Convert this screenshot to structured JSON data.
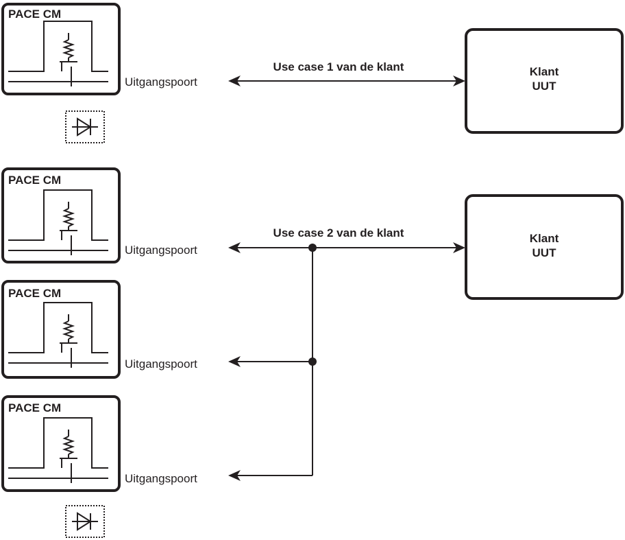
{
  "modules": [
    {
      "title": "PACE CM",
      "port_label": "Uitgangspoort",
      "has_diode": true
    },
    {
      "title": "PACE CM",
      "port_label": "Uitgangspoort",
      "has_diode": false
    },
    {
      "title": "PACE CM",
      "port_label": "Uitgangspoort",
      "has_diode": false
    },
    {
      "title": "PACE CM",
      "port_label": "Uitgangspoort",
      "has_diode": true
    }
  ],
  "use_cases": [
    {
      "label": "Use case 1 van de klant",
      "uut_line1": "Klant",
      "uut_line2": "UUT"
    },
    {
      "label": "Use case 2 van de klant",
      "uut_line1": "Klant",
      "uut_line2": "UUT"
    }
  ],
  "colors": {
    "ink": "#231f20",
    "background": "#ffffff"
  },
  "icons": [
    "transistor-schematic-icon",
    "diode-icon",
    "arrow-icon",
    "junction-dot-icon"
  ]
}
